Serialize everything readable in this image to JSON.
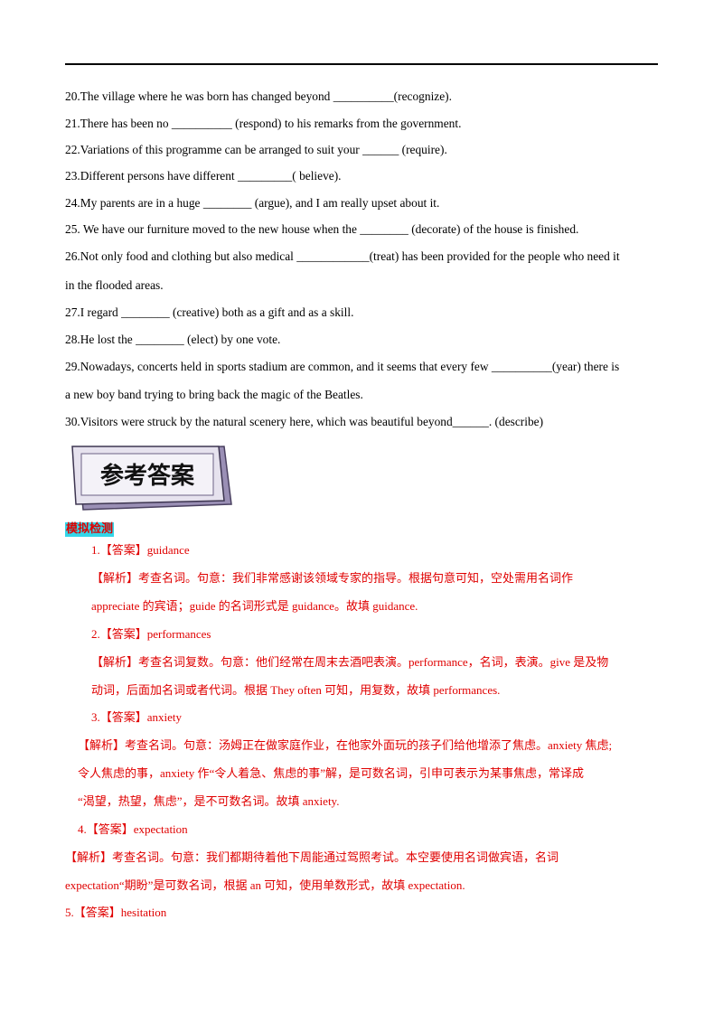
{
  "questions": [
    "20.The village where he was born has changed beyond __________(recognize).",
    "21.There has been no __________ (respond) to his remarks from the government.",
    "22.Variations of this programme can be arranged to suit your ______  (require).",
    "23.Different persons have different _________( believe).",
    "24.My parents are in a huge ________ (argue), and I am really upset about it.",
    "25. We have our furniture moved to the new house when the ________ (decorate) of the house is finished.",
    "26.Not only food and clothing but also medical ____________(treat) has been provided for the people who need it",
    "in the flooded areas.",
    "27.I regard ________ (creative) both as a gift and as a skill.",
    "28.He lost the ________ (elect) by one vote.",
    "29.Nowadays, concerts held in sports stadium are common, and it seems that every few __________(year) there is",
    "a new boy band trying to bring back the magic of the Beatles.",
    "30.Visitors were struck by the natural scenery here, which was beautiful beyond______. (describe)"
  ],
  "banner": {
    "title": "参考答案"
  },
  "section_tag": "模拟检测",
  "answers": [
    "1.【答案】guidance",
    "【解析】考查名词。句意：我们非常感谢该领域专家的指导。根据句意可知，空处需用名词作",
    "appreciate 的宾语；guide 的名词形式是 guidance。故填 guidance.",
    "2.【答案】performances",
    "【解析】考查名词复数。句意：他们经常在周末去酒吧表演。performance，名词，表演。give 是及物",
    "动词，后面加名词或者代词。根据 They often 可知，用复数，故填 performances.",
    "3.【答案】anxiety",
    "【解析】考查名词。句意：汤姆正在做家庭作业，在他家外面玩的孩子们给他增添了焦虑。anxiety 焦虑;",
    "令人焦虑的事，anxiety 作“令人着急、焦虑的事”解，是可数名词，引申可表示为某事焦虑，常译成",
    "“渴望，热望，焦虑”，是不可数名词。故填 anxiety.",
    "4.【答案】expectation",
    "【解析】考查名词。句意：我们都期待着他下周能通过驾照考试。本空要使用名词做宾语，名词",
    "expectation“期盼”是可数名词，根据 an 可知，使用单数形式，故填 expectation.",
    "5.【答案】hesitation"
  ]
}
